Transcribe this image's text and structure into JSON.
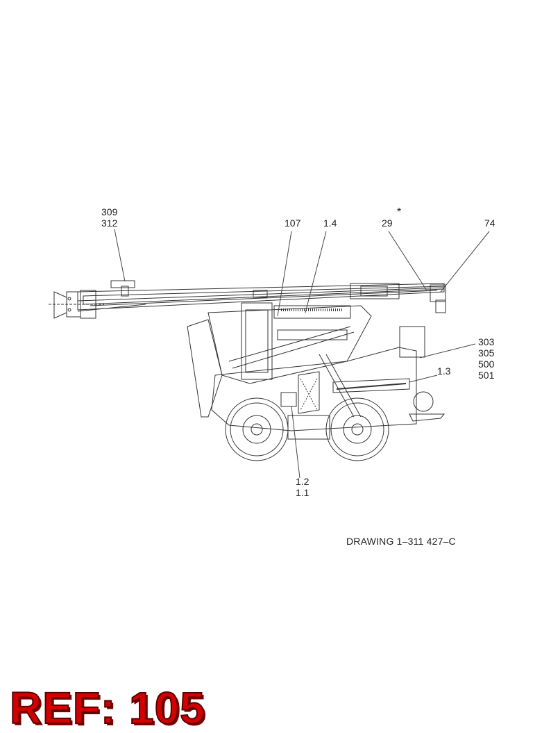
{
  "callouts": {
    "c309_312": "309\n312",
    "c107": "107",
    "c1_4": "1.4",
    "c29": "29",
    "c29_mark": "*",
    "c74": "74",
    "c303_501": "303\n305\n500\n501",
    "c1_3": "1.3",
    "c1_2_1_1": "1.2\n1.1"
  },
  "drawing_number": "DRAWING 1–311 427–C",
  "ref_label": "REF: 105",
  "colors": {
    "ink": "#222222",
    "ref_fill": "#d40000",
    "ref_outline": "#5a0000"
  }
}
